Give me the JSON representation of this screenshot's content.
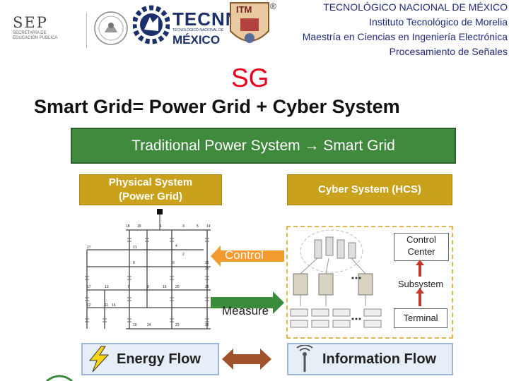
{
  "header": {
    "sep_logo": {
      "word": "SEP",
      "sub_line1": "SECRETARÍA DE",
      "sub_line2": "EDUCACIÓN PÚBLICA"
    },
    "tecnm_logo": {
      "word": "TECNM",
      "sub": "TECNOLÓGICO NACIONAL DE",
      "country": "MÉXICO"
    },
    "itm_logo": {
      "word": "ITM",
      "mark": "®"
    },
    "lines": [
      "TECNOLÓGICO NACIONAL DE MÉXICO",
      "Instituto Tecnológico de Morelia",
      "Maestría en Ciencias en Ingeniería Electrónica",
      "Procesamiento de Señales"
    ]
  },
  "slide": {
    "short_title": "SG",
    "title": "Smart Grid= Power Grid + Cyber System",
    "banner": "Traditional Power System → Smart Grid",
    "physical_box": {
      "line1": "Physical System",
      "line2": "(Power Grid)"
    },
    "cyber_box": "Cyber System (HCS)",
    "control_label": "Control",
    "measure_label": "Measure",
    "control_center": {
      "line1": "Control",
      "line2": "Center"
    },
    "subsystem": "Subsystem",
    "terminal": "Terminal",
    "energy_flow": "Energy Flow",
    "information_flow": "Information Flow",
    "bus_numbers": [
      "18",
      "19",
      "1",
      "3",
      "5",
      "14",
      "4",
      "21",
      "2",
      "8",
      "6",
      "26",
      "25",
      "17",
      "13",
      "7",
      "9",
      "15",
      "20",
      "28",
      "27",
      "12",
      "11",
      "16",
      "10",
      "24",
      "23",
      "22"
    ]
  },
  "colors": {
    "header_text": "#1f2a7a",
    "sg_red": "#e8001c",
    "banner_green": "#3f8a3d",
    "box_gold": "#c9a11a",
    "control_orange": "#f39a2e",
    "measure_green": "#3a8c3a",
    "flow_blue_bg": "#e6eef8",
    "arrow_brown": "#a0522d"
  }
}
